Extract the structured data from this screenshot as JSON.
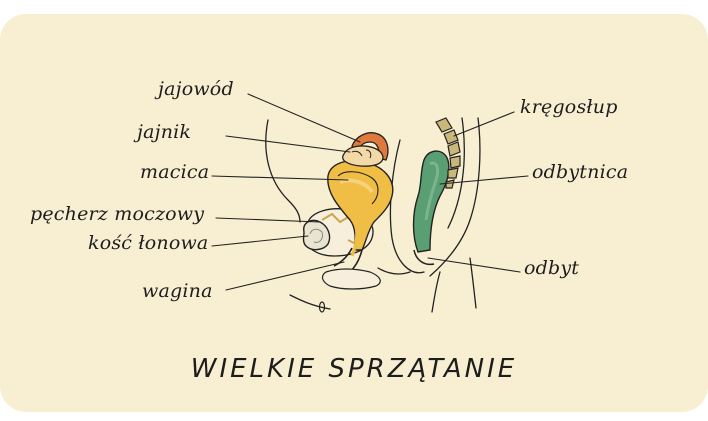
{
  "labels": {
    "jajowod": "jajowód",
    "jajnik": "jajnik",
    "macica": "macica",
    "pecherz": "pęcherz moczowy",
    "kosc": "kość łonowa",
    "wagina": "wagina",
    "kregoslup": "kręgosłup",
    "odbytnica": "odbytnica",
    "odbyt": "odbyt"
  },
  "title": "WIELKIE SPRZĄTANIE",
  "colors": {
    "background": "#f8efd2",
    "uterus": "#f0bd45",
    "uterus_light": "#f5d37a",
    "fallopian_tube": "#e07a3c",
    "ovary": "#f4d9a8",
    "rectum": "#5a9e73",
    "rectum_light": "#7bb58e",
    "spine": "#c9b87a",
    "bone": "#e9e4cf",
    "bladder": "#f7efdb",
    "line": "#222222"
  }
}
